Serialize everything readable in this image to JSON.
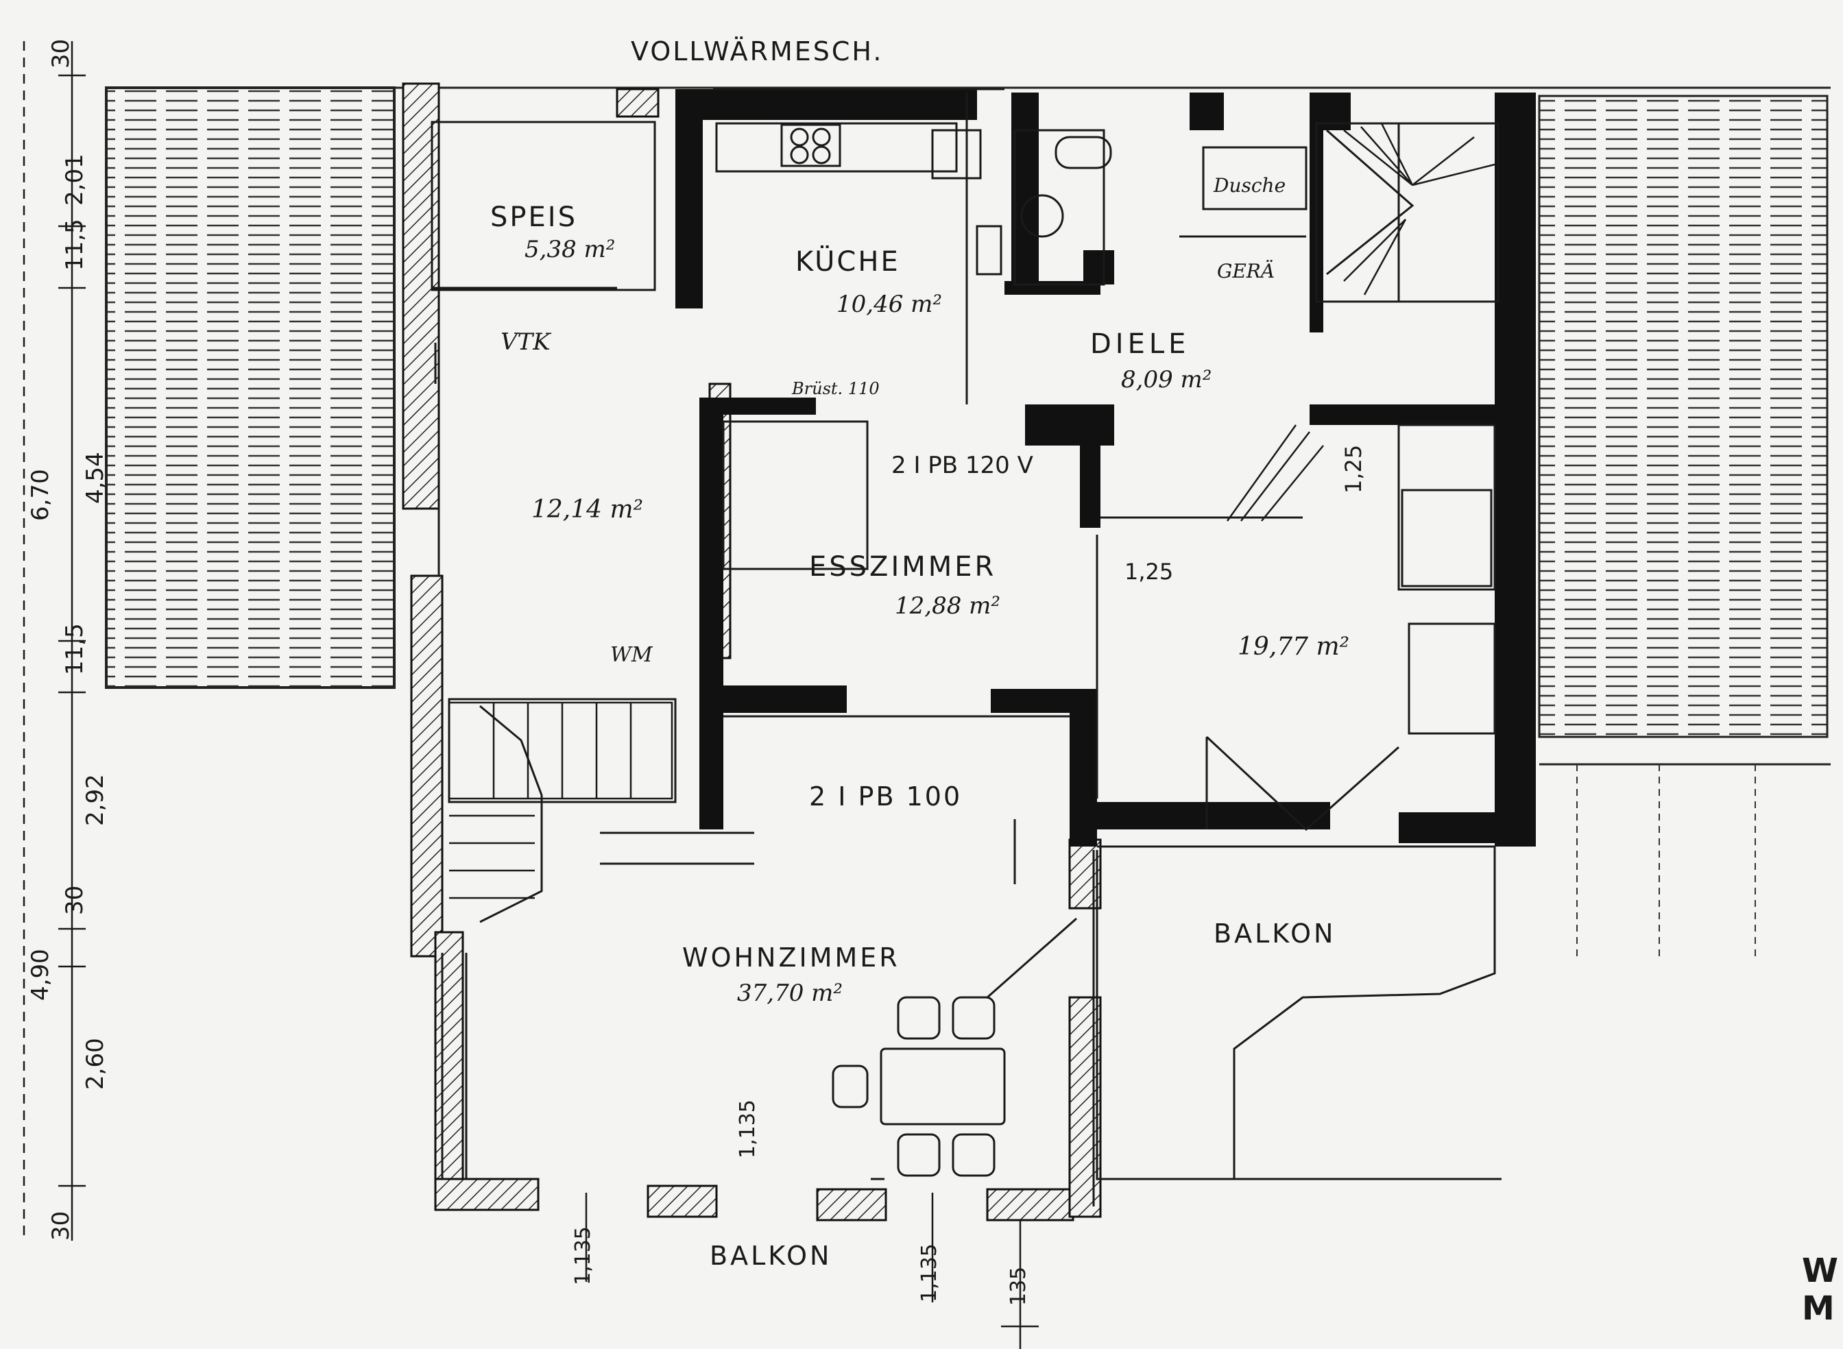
{
  "header": {
    "wall_note": "VOLLWÄRMESCH."
  },
  "rooms": {
    "speis": {
      "name": "SPEIS",
      "area": "5,38 m²"
    },
    "kueche": {
      "name": "KÜCHE",
      "area": "10,46 m²"
    },
    "diele": {
      "name": "DIELE",
      "area": "8,09 m²"
    },
    "flur": {
      "area": "12,14 m²"
    },
    "esszimmer": {
      "name": "ESSZIMMER",
      "area": "12,88 m²"
    },
    "zimmer": {
      "area": "19,77 m²"
    },
    "wohnzimmer": {
      "name": "WOHNZIMMER",
      "area": "37,70 m²"
    }
  },
  "fixtures": {
    "dusche": "Dusche",
    "geraet": "GERÄ",
    "vtk": "VTK",
    "wm": "WM",
    "brust": "Brüst. 110"
  },
  "beams": {
    "beam_120": "2 I PB 120 V",
    "beam_100": "2 I PB 100"
  },
  "balconies": {
    "east": "BALKON",
    "south": "BALKON"
  },
  "dimensions": {
    "left": [
      "30",
      "2,01",
      "11,5",
      "4,54",
      "11,5",
      "2,92",
      "30",
      "2,60",
      "30"
    ],
    "left_outer": [
      "6,70",
      "4,90"
    ],
    "inner": {
      "w125": "1,25",
      "h125": "1,25"
    },
    "bottom": [
      "1,135",
      "1,135",
      "1,135",
      "135"
    ]
  },
  "corner_mark": [
    "W",
    "M"
  ],
  "colors": {
    "ink": "#141414",
    "paper": "#f4f4f2",
    "hatch": "#2a2a2a"
  }
}
